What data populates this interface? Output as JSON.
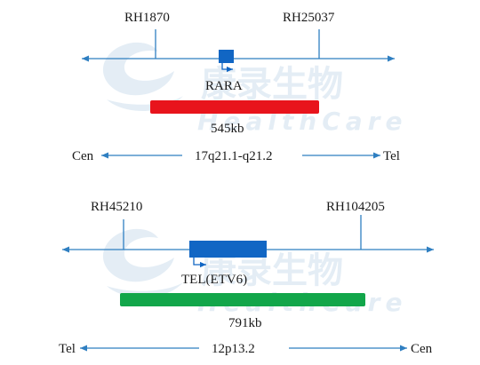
{
  "watermark": {
    "brand_cn": "康录生物",
    "brand_en": "HealthCare",
    "color": "#cfe0ee"
  },
  "colors": {
    "axis": "#2f7fc1",
    "gene_box": "#1166c4",
    "probe_top": "#e8141c",
    "probe_bottom": "#12a64a",
    "text": "#1a1a1a"
  },
  "panels": [
    {
      "markers": [
        "RH1870",
        "RH25037"
      ],
      "gene": "RARA",
      "probe_size": "545kb",
      "left_end": "Cen",
      "band": "17q21.1-q21.2",
      "right_end": "Tel"
    },
    {
      "markers": [
        "RH45210",
        "RH104205"
      ],
      "gene": "TEL(ETV6)",
      "probe_size": "791kb",
      "left_end": "Tel",
      "band": "12p13.2",
      "right_end": "Cen"
    }
  ]
}
